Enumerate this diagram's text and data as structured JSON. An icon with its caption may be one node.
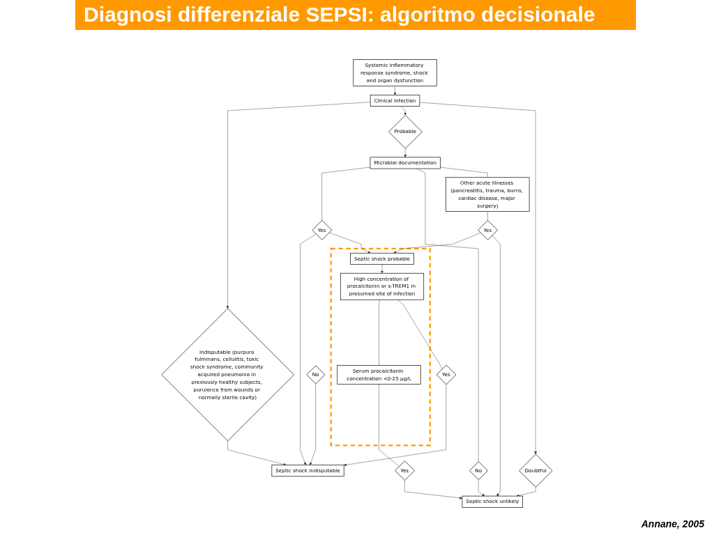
{
  "diagram": {
    "title": "Diagnosi differenziale SEPSI: algoritmo decisionale",
    "nodes": [
      {
        "text": [
          "Systemic inflammatory response syndrome, shock and organ dysfunction"
        ]
      },
      {
        "text": [
          "Clinical infection"
        ]
      },
      {
        "text": [
          "Indisputable (purpura fulminans, cellulitis, toxic shock syndrome, community acquired pneumonia in previously healthy subjects, purulence from wounds or normally sterile cavity)"
        ]
      },
      {
        "text": [
          "Probable"
        ]
      },
      {
        "text": [
          "Doubtful"
        ]
      },
      {
        "text": [
          "Yes"
        ]
      },
      {
        "text": [
          "Microbial documentation"
        ]
      },
      {
        "text": [
          "No"
        ]
      },
      {
        "text": [
          "No"
        ]
      },
      {
        "text": [
          "Other acute illnesses (pancreatitis, trauma, burns, cardiac disease, major surgery)"
        ]
      },
      {
        "text": [
          "Yes"
        ]
      },
      {
        "text": [
          "Septic shock indisputable"
        ]
      },
      {
        "text": [],
        "shape": "box"
      },
      {
        "text": [
          "Septic shock probable"
        ],
        "in": 12
      },
      {
        "text": [
          "Septic shock unlikely"
        ]
      },
      {
        "text": [
          "Yes"
        ]
      },
      {
        "text": [
          "High concentration of procalcitonin or s-TREM1 in presumed site of infection"
        ],
        "in": 12
      },
      {
        "text": [
          "Serum procalcitonin concentration <0·25 μg/L"
        ],
        "in": 12
      },
      {
        "text": [
          "Yes"
        ]
      }
    ],
    "edges": [
      {
        "from": 0,
        "to": 1,
        "arrow": "to"
      },
      {
        "from": 1,
        "to": 2,
        "arrow": "to"
      },
      {
        "from": 1,
        "to": 3,
        "arrow": "to"
      },
      {
        "from": 1,
        "to": 4,
        "arrow": "to"
      },
      {
        "from": 3,
        "to": 6,
        "arrow": "to"
      },
      {
        "from": 6,
        "to": 5,
        "arrow": "none"
      },
      {
        "from": 6,
        "to": 7,
        "arrow": "none"
      },
      {
        "from": 6,
        "to": 9,
        "arrow": "none"
      },
      {
        "from": 9,
        "to": 10,
        "arrow": "none"
      },
      {
        "from": 2,
        "to": 11,
        "arrow": "to"
      },
      {
        "from": 5,
        "to": 11,
        "arrow": "to"
      },
      {
        "from": 8,
        "to": 11,
        "arrow": "to"
      },
      {
        "from": 5,
        "to": 13,
        "arrow": "to"
      },
      {
        "from": 10,
        "to": 13,
        "arrow": "to"
      },
      {
        "from": 7,
        "to": 14,
        "arrow": "to"
      },
      {
        "from": 10,
        "to": 14,
        "arrow": "to"
      },
      {
        "from": 4,
        "to": 14,
        "arrow": "to"
      },
      {
        "from": 13,
        "to": 16,
        "arrow": "to"
      },
      {
        "from": 16,
        "to": 17,
        "arrow": "none"
      },
      {
        "from": 16,
        "to": 15,
        "arrow": "none"
      },
      {
        "from": 15,
        "to": 11,
        "arrow": "to"
      },
      {
        "from": 17,
        "to": 18,
        "arrow": "none"
      },
      {
        "from": 18,
        "to": 14,
        "arrow": "to"
      }
    ],
    "labels": [
      "Annane, 2005"
    ]
  }
}
